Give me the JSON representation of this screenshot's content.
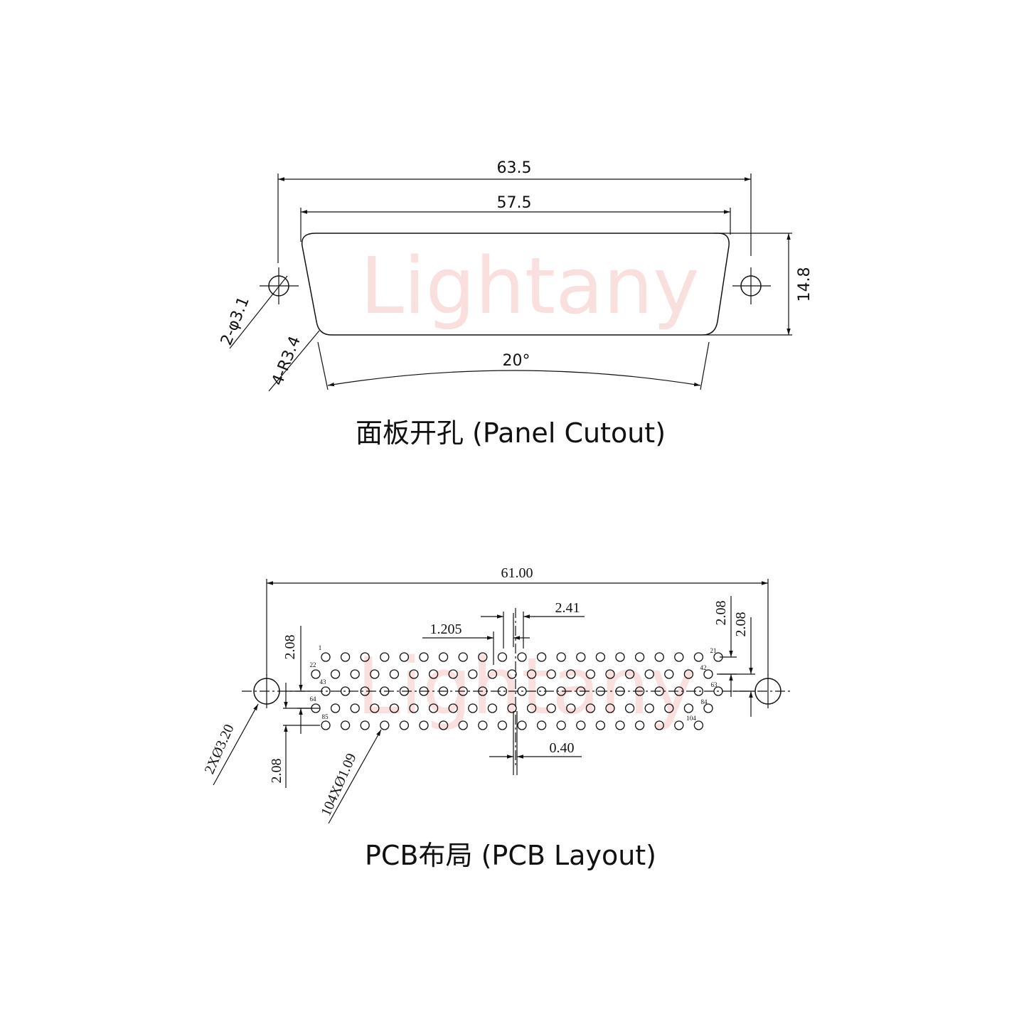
{
  "panel": {
    "watermark": "Lightany",
    "dim_overall_width": "63.5",
    "dim_cutout_width": "57.5",
    "dim_height": "14.8",
    "dim_angle": "20°",
    "dim_hole": "2-φ3.1",
    "dim_radius": "4-R3.4",
    "caption": "面板开孔 (Panel Cutout)"
  },
  "pcb": {
    "watermark": "Lightany",
    "dim_overall": "61.00",
    "dim_pitch_x": "2.41",
    "dim_half_pitch": "1.205",
    "dim_offset": "0.40",
    "dim_row_left_top": "2.08",
    "dim_row_left_bottom": "2.08",
    "dim_row_right_1": "2.08",
    "dim_row_right_2": "2.08",
    "dim_mount_hole": "2XØ3.20",
    "dim_pin_hole": "104XØ1.09",
    "pin_labels": [
      "1",
      "21",
      "22",
      "42",
      "43",
      "63",
      "64",
      "84",
      "85",
      "104"
    ],
    "caption": "PCB布局 (PCB Layout)"
  }
}
